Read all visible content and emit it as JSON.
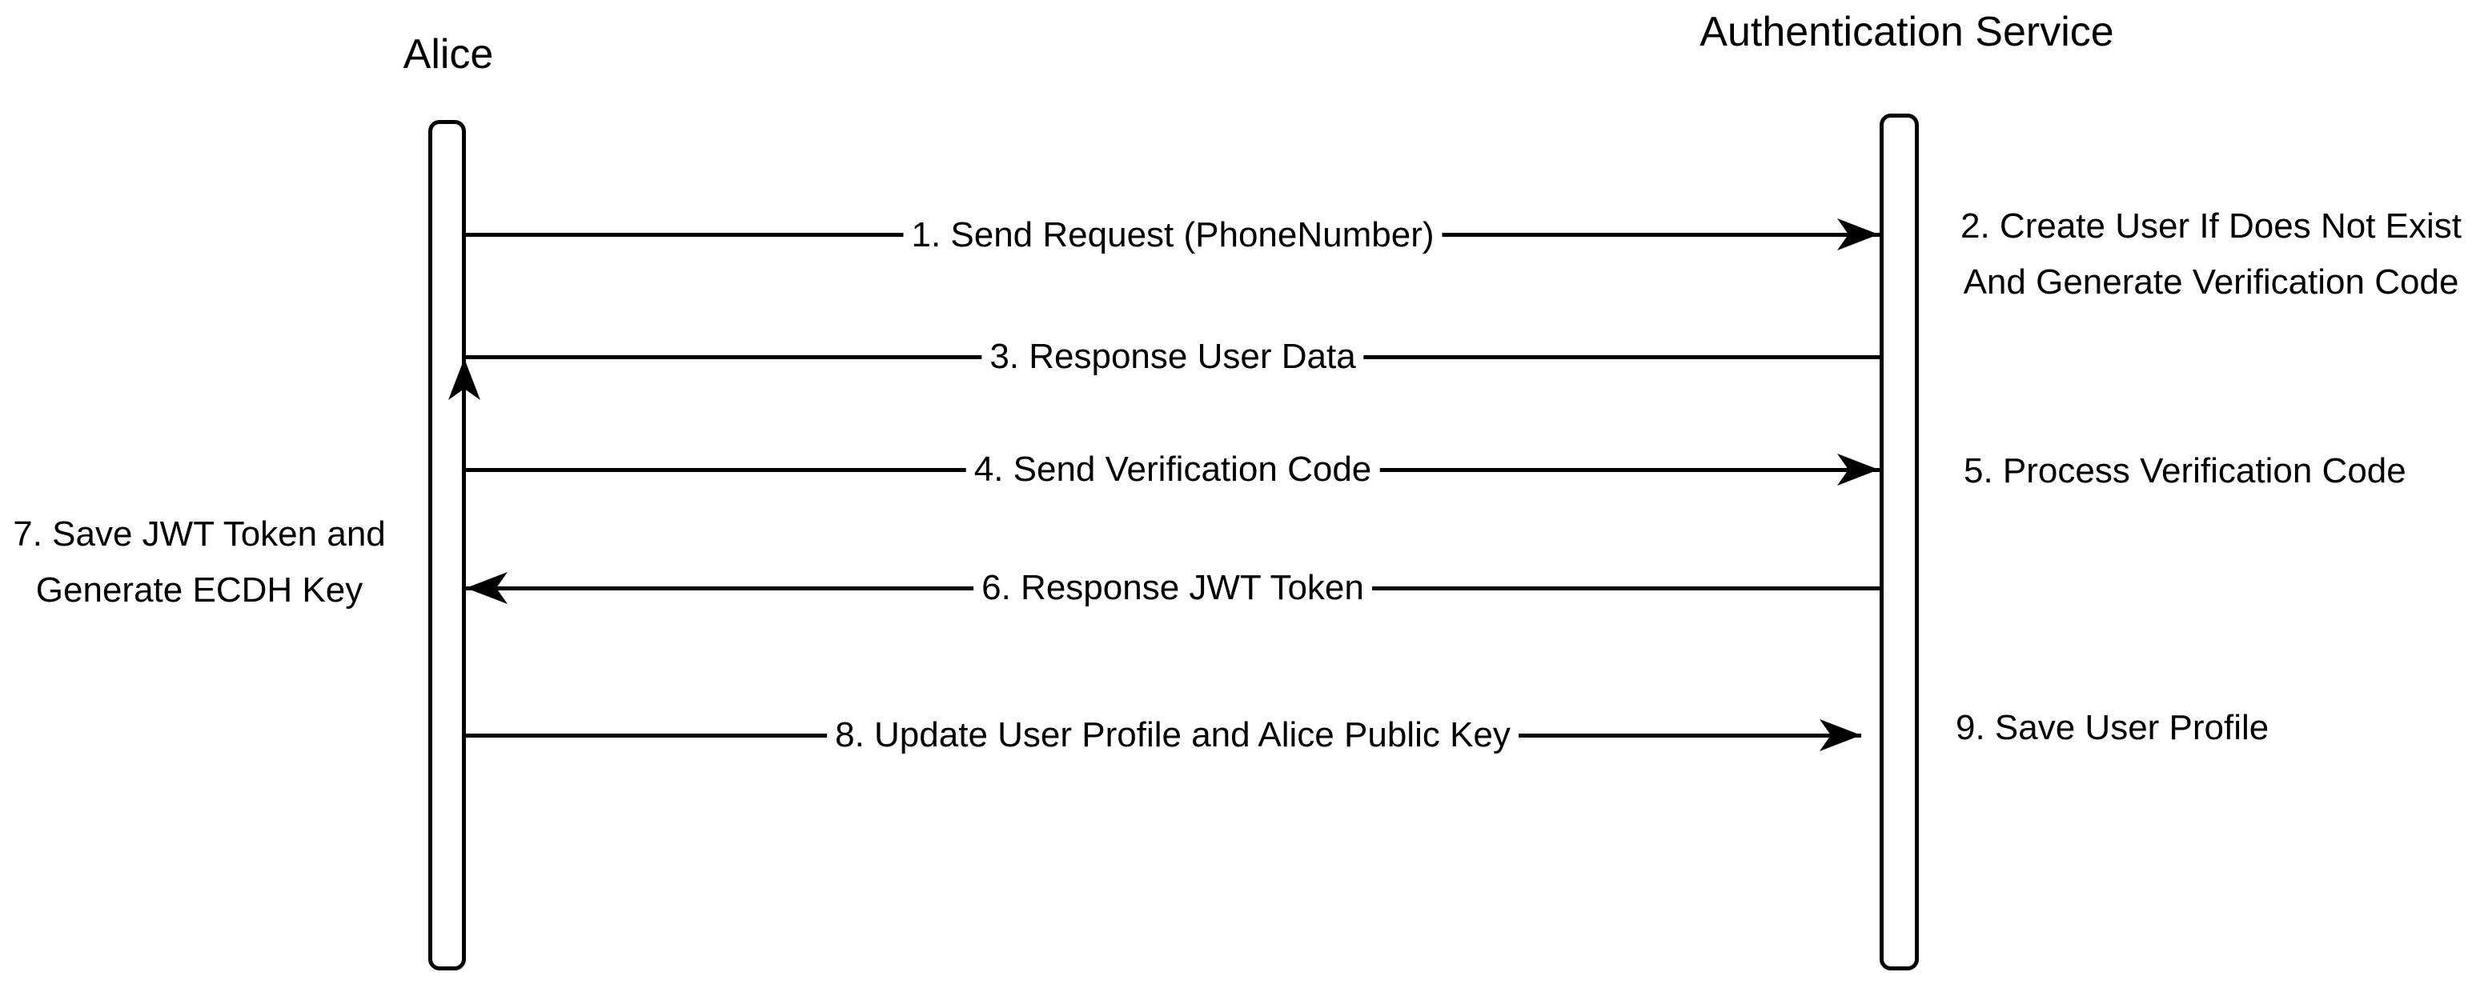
{
  "diagram": {
    "type": "sequence",
    "colors": {
      "stroke": "#000000",
      "background": "#ffffff",
      "text": "#000000"
    },
    "actors": [
      {
        "name": "Alice"
      },
      {
        "name": "Authentication Service"
      }
    ],
    "messages": [
      {
        "label": "1. Send Request (PhoneNumber)",
        "from": "Alice",
        "to": "Authentication Service",
        "arrow": "right"
      },
      {
        "label": "3. Response User Data",
        "from": "Authentication Service",
        "to": "Alice",
        "arrow": "up-at-alice"
      },
      {
        "label": "4. Send Verification Code",
        "from": "Alice",
        "to": "Authentication Service",
        "arrow": "right"
      },
      {
        "label": "6. Response JWT Token",
        "from": "Authentication Service",
        "to": "Alice",
        "arrow": "left"
      },
      {
        "label": "8. Update User Profile and Alice Public Key",
        "from": "Alice",
        "to": "Authentication Service",
        "arrow": "right"
      }
    ],
    "notes": [
      {
        "side": "right",
        "near_message": 2,
        "lines": [
          "2. Create User If Does Not Exist",
          "And Generate Verification Code"
        ]
      },
      {
        "side": "right",
        "near_message": 5,
        "lines": [
          "5. Process Verification Code"
        ]
      },
      {
        "side": "left",
        "near_message": 7,
        "lines": [
          "7. Save JWT Token and",
          "Generate ECDH Key"
        ]
      },
      {
        "side": "right",
        "near_message": 9,
        "lines": [
          "9. Save User Profile"
        ]
      }
    ]
  }
}
